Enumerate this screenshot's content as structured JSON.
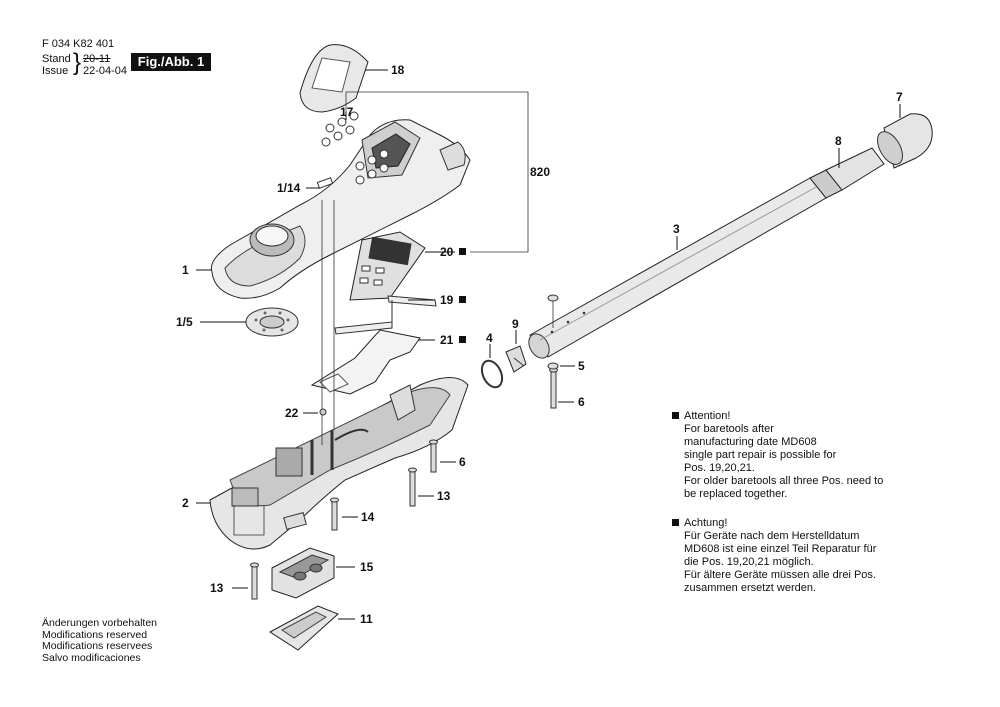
{
  "header": {
    "code": "F 034 K82 401",
    "stand_label": "Stand",
    "issue_label": "Issue",
    "date_old": "20-11",
    "date_new": "22-04-04",
    "figure": "Fig./Abb. 1"
  },
  "labels": {
    "p1": "1",
    "p1_14": "1/14",
    "p1_5": "1/5",
    "p2": "2",
    "p3": "3",
    "p4": "4",
    "p5": "5",
    "p6a": "6",
    "p6b": "6",
    "p7": "7",
    "p8": "8",
    "p9": "9",
    "p11": "11",
    "p13a": "13",
    "p13b": "13",
    "p14": "14",
    "p15": "15",
    "p17": "17",
    "p18": "18",
    "p19": "19",
    "p20": "20",
    "p21": "21",
    "p22": "22",
    "p820": "820"
  },
  "note_en": {
    "title": "Attention!",
    "lines": [
      "For baretools after",
      "manufacturing date MD608",
      "single part repair is possible for",
      "Pos. 19,20,21.",
      "For older baretools all three Pos. need to",
      "be replaced together."
    ]
  },
  "note_de": {
    "title": "Achtung!",
    "lines": [
      "Für Geräte nach dem Herstelldatum",
      "MD608 ist eine einzel Teil Reparatur für",
      "die Pos. 19,20,21 möglich.",
      "Für ältere Geräte müssen alle drei Pos.",
      "zusammen ersetzt werden."
    ]
  },
  "footer": [
    "Änderungen vorbehalten",
    "Modifications reserved",
    "Modifications reservees",
    "Salvo modificaciones"
  ]
}
